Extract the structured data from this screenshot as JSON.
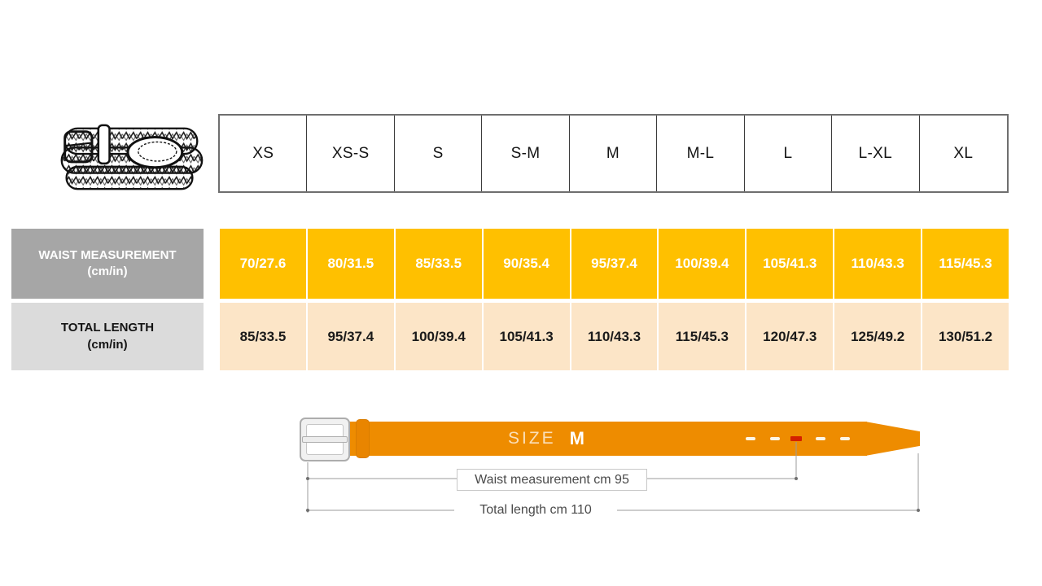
{
  "colors": {
    "waist_cell": "#FFC000",
    "length_cell": "#FCE5C7",
    "waist_label_bg": "#A6A6A6",
    "length_label_bg": "#DBDBDB",
    "belt_orange": "#EE8C00",
    "hole_red": "#D42000"
  },
  "size_table": {
    "sizes": [
      "XS",
      "XS-S",
      "S",
      "S-M",
      "M",
      "M-L",
      "L",
      "L-XL",
      "XL"
    ],
    "rows": [
      {
        "label": "WAIST MEASUREMENT",
        "unit": "(cm/in)",
        "values": [
          "70/27.6",
          "80/31.5",
          "85/33.5",
          "90/35.4",
          "95/37.4",
          "100/39.4",
          "105/41.3",
          "110/43.3",
          "115/45.3"
        ]
      },
      {
        "label": "TOTAL LENGTH",
        "unit": "(cm/in)",
        "values": [
          "85/33.5",
          "95/37.4",
          "100/39.4",
          "105/41.3",
          "110/43.3",
          "115/45.3",
          "120/47.3",
          "125/49.2",
          "130/51.2"
        ]
      }
    ]
  },
  "diagram": {
    "size_word": "SIZE",
    "size_value": "M",
    "waist_label": "Waist measurement cm 95",
    "length_label": "Total length cm 110"
  },
  "chart_data": {
    "type": "table",
    "columns": [
      "XS",
      "XS-S",
      "S",
      "S-M",
      "M",
      "M-L",
      "L",
      "L-XL",
      "XL"
    ],
    "rows": [
      {
        "label": "WAIST MEASUREMENT (cm/in)",
        "values": [
          "70/27.6",
          "80/31.5",
          "85/33.5",
          "90/35.4",
          "95/37.4",
          "100/39.4",
          "105/41.3",
          "110/43.3",
          "115/45.3"
        ]
      },
      {
        "label": "TOTAL LENGTH (cm/in)",
        "values": [
          "85/33.5",
          "95/37.4",
          "100/39.4",
          "105/41.3",
          "110/43.3",
          "115/45.3",
          "120/47.3",
          "125/49.2",
          "130/51.2"
        ]
      }
    ],
    "annotations": [
      "SIZE M",
      "Waist measurement cm 95",
      "Total length cm 110"
    ]
  }
}
